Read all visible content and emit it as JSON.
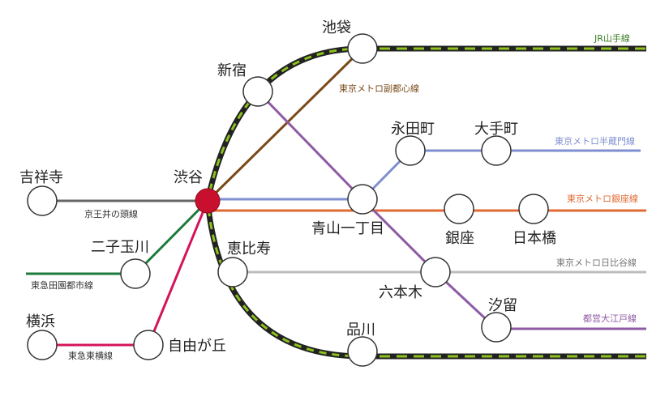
{
  "stations": {
    "kichijoji": "吉祥寺",
    "shibuya": "渋谷",
    "shinjuku": "新宿",
    "ikebukuro": "池袋",
    "nagatacho": "永田町",
    "otemachi": "大手町",
    "aoyama_itchome": "青山一丁目",
    "ginza": "銀座",
    "nihombashi": "日本橋",
    "ebisu": "恵比寿",
    "roppongi": "六本木",
    "shiodome": "汐留",
    "futako_tamagawa": "二子玉川",
    "yokohama": "横浜",
    "jiyugaoka": "自由が丘",
    "shinagawa": "品川"
  },
  "lines": {
    "jr_yamanote": {
      "name": "JR山手線",
      "color": "#222222",
      "accent": "#8dc21f",
      "text_color": "#3a7d22"
    },
    "fukutoshin": {
      "name": "東京メトロ副都心線",
      "color": "#7a4a1a"
    },
    "hanzomon": {
      "name": "東京メトロ半蔵門線",
      "color": "#7f8fcf"
    },
    "ginza": {
      "name": "東京メトロ銀座線",
      "color": "#e06a32"
    },
    "hibiya": {
      "name": "東京メトロ日比谷線",
      "color": "#bdbdbd",
      "text_color": "#777777"
    },
    "oedo": {
      "name": "都営大江戸線",
      "color": "#8e5aa3"
    },
    "inokashira": {
      "name": "京王井の頭線",
      "color": "#666666",
      "text_color": "#333333"
    },
    "denentoshi": {
      "name": "東急田園都市線",
      "color": "#1e7a3c",
      "text_color": "#333333"
    },
    "toyoko": {
      "name": "東急東横線",
      "color": "#d4145a",
      "text_color": "#333333"
    }
  },
  "hub_color": "#c8102e"
}
